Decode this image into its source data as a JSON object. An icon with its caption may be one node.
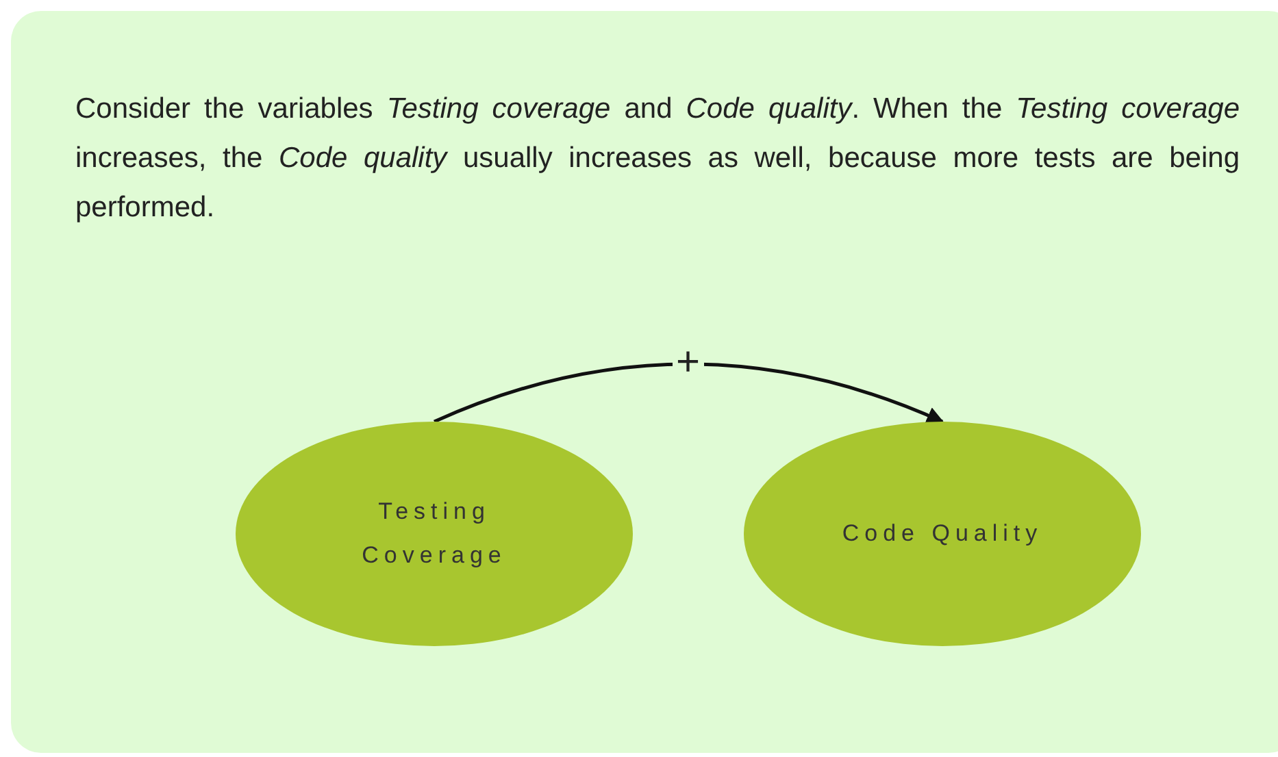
{
  "diagram": {
    "nodes": [
      {
        "text": [
          "Testing Coverage"
        ]
      },
      {
        "text": [
          "Code Quality"
        ]
      }
    ],
    "edges": [
      {
        "from": 0,
        "to": 1,
        "arrow": "to",
        "label": "+"
      }
    ],
    "labels": [
      "Consider the variables *Testing coverage* and *Code quality*. When the *Testing coverage* increases, the *Code quality* usually increases as well, because more tests are being performed."
    ]
  }
}
